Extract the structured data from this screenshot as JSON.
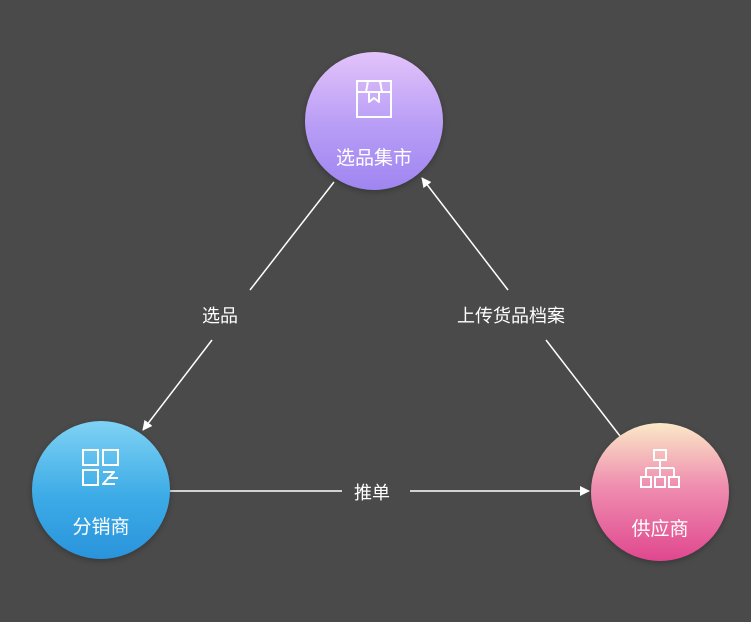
{
  "nodes": {
    "top": {
      "label": "选品集市",
      "icon": "box-icon"
    },
    "left": {
      "label": "分销商",
      "icon": "apps-grid-icon"
    },
    "right": {
      "label": "供应商",
      "icon": "org-chart-icon"
    }
  },
  "edges": {
    "left_to_top": {
      "label": "选品",
      "direction": "from 选品集市 to 分销商"
    },
    "right_to_top": {
      "label": "上传货品档案",
      "direction": "from 供应商 to 选品集市"
    },
    "left_to_right": {
      "label": "推单",
      "direction": "from 分销商 to 供应商"
    }
  },
  "colors": {
    "background": "#4a4a4a",
    "line": "#ffffff",
    "top_node_gradient": [
      "#e3c3fa",
      "#9f85f0"
    ],
    "left_node_gradient": [
      "#7fd2f4",
      "#2a94dc"
    ],
    "right_node_gradient": [
      "#fbe9c7",
      "#e0478f"
    ]
  }
}
